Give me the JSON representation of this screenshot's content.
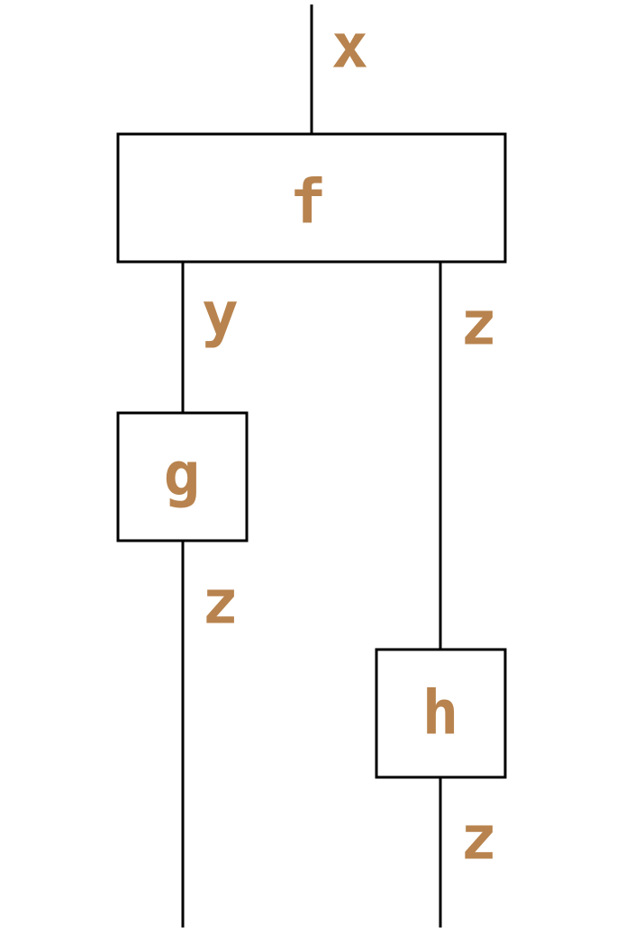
{
  "colors": {
    "label": "#b8834e",
    "line": "#000000",
    "background": "#ffffff"
  },
  "diagram": {
    "boxes": {
      "f": "f",
      "g": "g",
      "h": "h"
    },
    "wires": {
      "input_x": "x",
      "f_out_y": "y",
      "f_out_z": "z",
      "g_out_z": "z",
      "h_out_z": "z"
    }
  }
}
